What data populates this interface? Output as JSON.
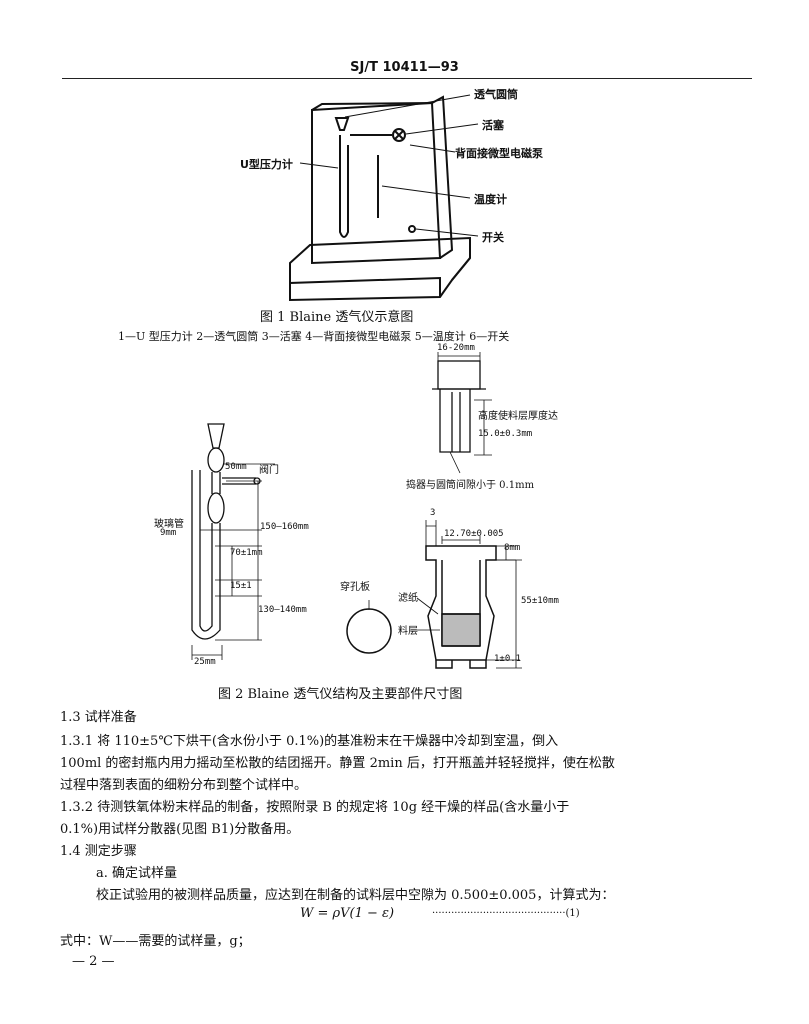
{
  "header": "SJ/T 10411—93",
  "fig1": {
    "labels": {
      "cylinder": "透气圆筒",
      "stopcock": "活塞",
      "pump": "背面接微型电磁泵",
      "manometer": "U型压力计",
      "thermometer": "温度计",
      "switch": "开关"
    },
    "caption": "图 1   Blaine 透气仪示意图",
    "legend": "1—U 型压力计   2—透气圆筒   3—活塞   4—背面接微型电磁泵   5—温度计   6—开关"
  },
  "fig2": {
    "dims": {
      "d1": "16-20mm",
      "d2": "高度使料层厚度达",
      "d3": "15.0±0.3mm",
      "d4": "捣器与圆筒间隙小于 0.1mm",
      "valve_len": "50mm",
      "valve": "阀门",
      "glass": "玻璃管",
      "glass_dia": "9mm",
      "h1": "150—160mm",
      "h2": "70±1mm",
      "h3": "15±1",
      "h4": "130—140mm",
      "width": "25mm",
      "t3": "3",
      "bore": "12.70±0.005",
      "b8": "8mm",
      "perf": "穿孔板",
      "filter": "滤纸",
      "bed": "料层",
      "h55": "55±10mm",
      "h1b": "1±0.1"
    },
    "caption": "图 2   Blaine 透气仪结构及主要部件尺寸图"
  },
  "text": {
    "s13": "1.3   试样准备",
    "p131a": "1.3.1   将 110±5℃下烘干(含水份小于 0.1%)的基准粉末在干燥器中冷却到室温，倒入",
    "p131b": "100ml 的密封瓶内用力摇动至松散的结团摇开。静置 2min 后，打开瓶盖并轻轻搅拌，使在松散",
    "p131c": "过程中落到表面的细粉分布到整个试样中。",
    "p132a": "1.3.2   待测铁氧体粉末样品的制备，按照附录 B 的规定将 10g 经干燥的样品(含水量小于",
    "p132b": "0.1%)用试样分散器(见图 B1)分散备用。",
    "s14": "1.4   测定步骤",
    "sa": "a.   确定试样量",
    "pa": "校正试验用的被测样品质量，应达到在制备的试料层中空隙为 0.500±0.005，计算式为：",
    "formula": "W = ρV(1 − ε)",
    "eqno": "··········································(1)",
    "where": "式中：W——需要的试样量，g；",
    "page": "— 2 —"
  }
}
